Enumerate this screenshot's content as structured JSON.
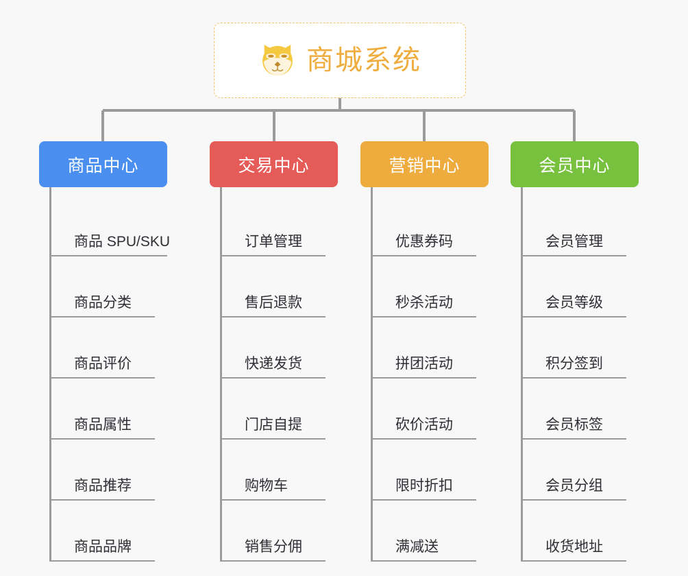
{
  "diagram": {
    "type": "tree",
    "background_color": "#f8f8f8",
    "root": {
      "title": "商城系统",
      "icon": "shiba-dog-face-icon",
      "title_color": "#f0ad3f",
      "border_color": "#f2c36b",
      "background_color": "#ffffff"
    },
    "branches": [
      {
        "label": "商品中心",
        "color": "#4a8ef0",
        "items": [
          "商品 SPU/SKU",
          "商品分类",
          "商品评价",
          "商品属性",
          "商品推荐",
          "商品品牌"
        ]
      },
      {
        "label": "交易中心",
        "color": "#e45b58",
        "items": [
          "订单管理",
          "售后退款",
          "快递发货",
          "门店自提",
          "购物车",
          "销售分佣"
        ]
      },
      {
        "label": "营销中心",
        "color": "#eeab3e",
        "items": [
          "优惠券码",
          "秒杀活动",
          "拼团活动",
          "砍价活动",
          "限时折扣",
          "满减送"
        ]
      },
      {
        "label": "会员中心",
        "color": "#77c13e",
        "items": [
          "会员管理",
          "会员等级",
          "积分签到",
          "会员标签",
          "会员分组",
          "收货地址"
        ]
      }
    ],
    "connector_color": "#9b9b9b"
  }
}
